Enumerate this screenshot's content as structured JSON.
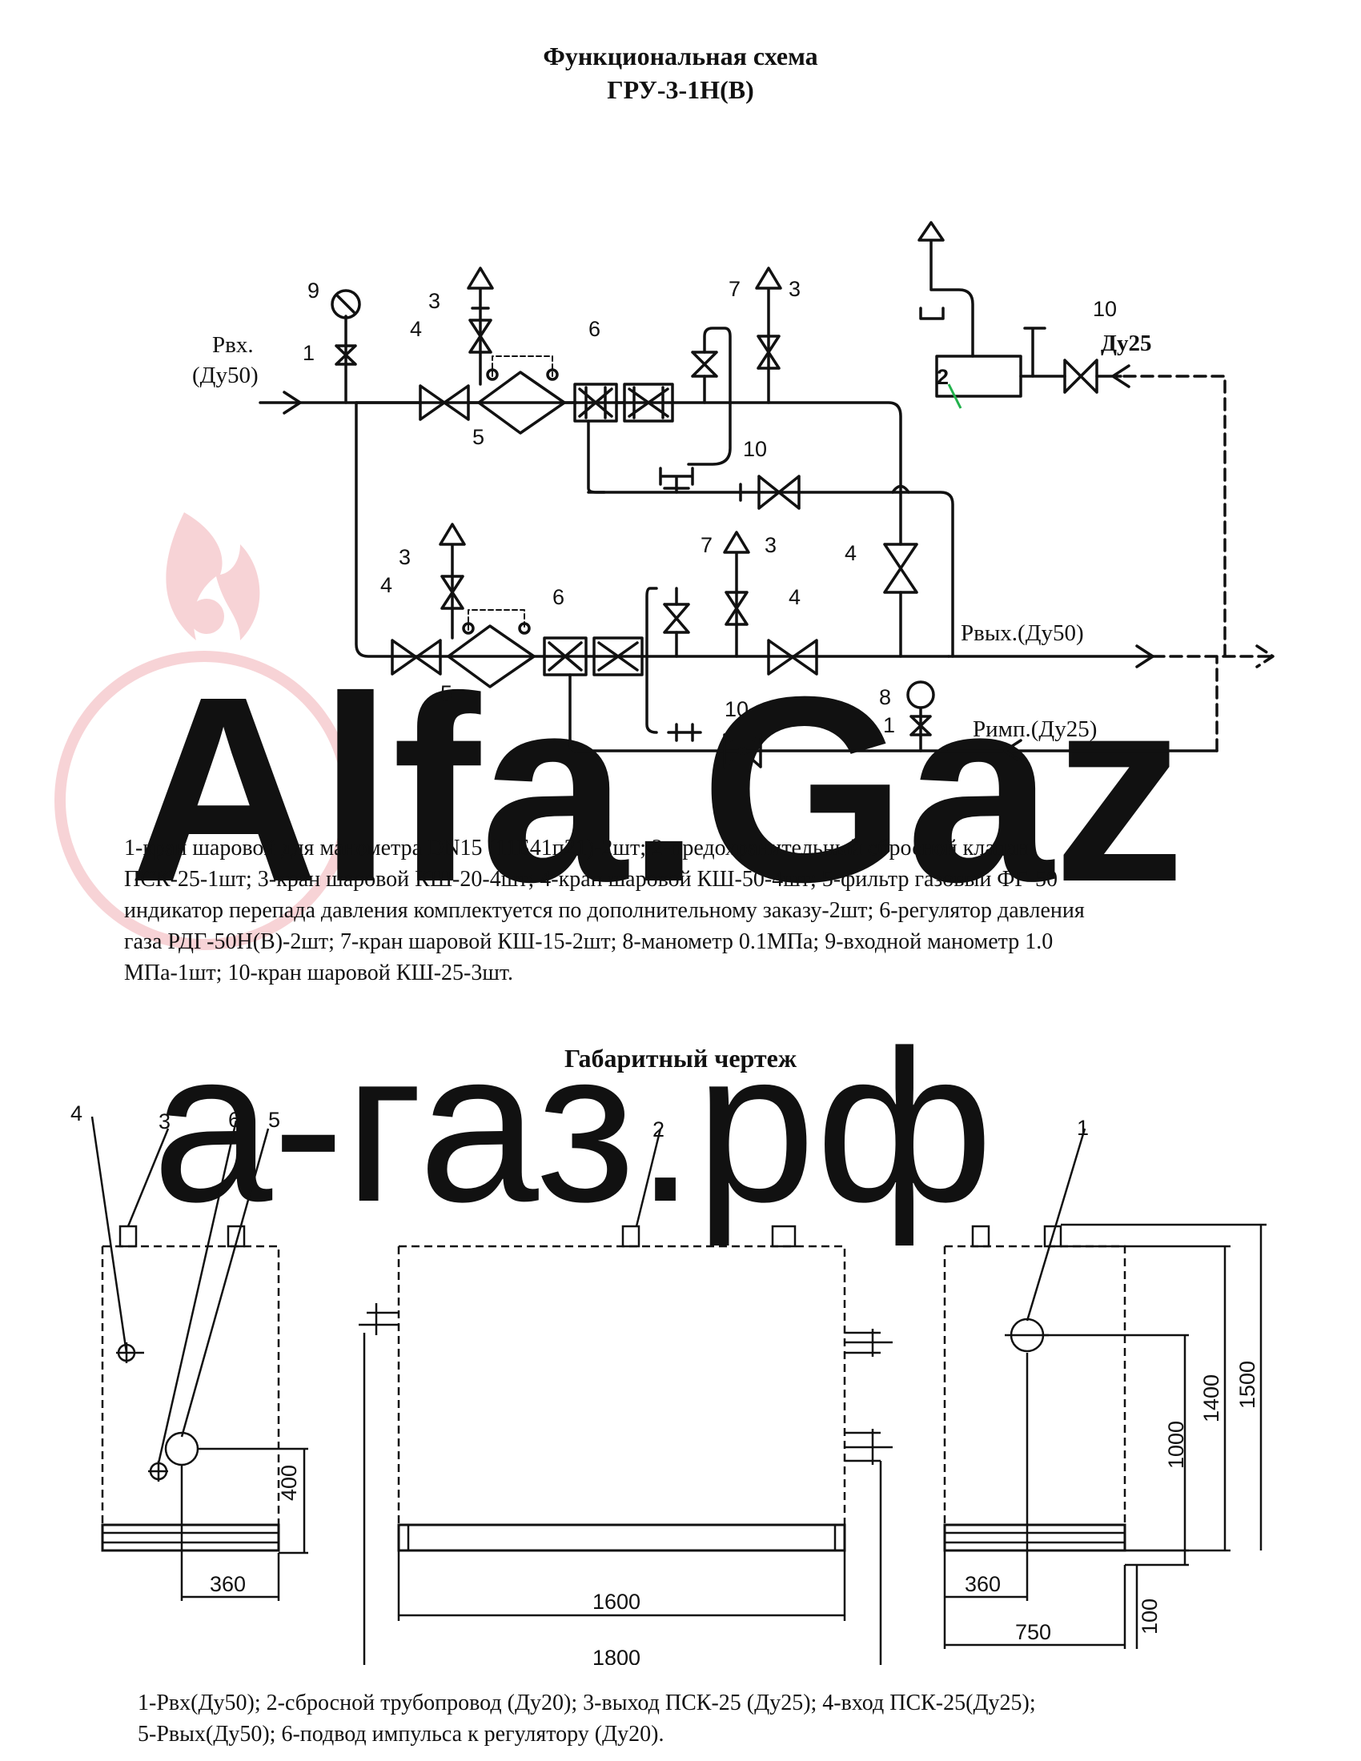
{
  "header": {
    "title_line1": "Функциональная схема",
    "title_line2": "ГРУ-3-1Н(В)"
  },
  "watermark": {
    "logo_text": "Alfa.Gaz",
    "site_text": "а-газ.рф",
    "color": "#f7d3d6"
  },
  "scheme": {
    "labels": {
      "p_in": "Рвх.",
      "p_in_dn": "(Ду50)",
      "p_out": "Рвых.(Ду50)",
      "p_imp": "Римп.(Ду25)",
      "du25": "Ду25"
    },
    "numbers": {
      "n1a": "1",
      "n1b": "1",
      "n2": "2",
      "n3a": "3",
      "n3b": "3",
      "n3c": "3",
      "n3d": "3",
      "n4a": "4",
      "n4b": "4",
      "n4c": "4",
      "n4d": "4",
      "n5a": "5",
      "n5b": "5",
      "n6a": "6",
      "n6b": "6",
      "n7a": "7",
      "n7b": "7",
      "n8": "8",
      "n9": "9",
      "n10a": "10",
      "n10b": "10",
      "n10c": "10"
    },
    "legend": [
      "1-кран шаровой для манометра DN15 (11Б41п21)-2шт; 2-предохранительный сбросной клапан",
      "ПСК-25-1шт; 3-кран шаровой КШ-20-4шт; 4-кран шаровой КШ-50-4шт; 5-фильтр газовый ФГ-50",
      "индикатор перепада давления комплектуется по дополнительному заказу-2шт; 6-регулятор давления",
      "газа РДГ-50Н(В)-2шт; 7-кран шаровой КШ-15-2шт; 8-манометр 0.1МПа; 9-входной манометр 1.0",
      "МПа-1шт; 10-кран шаровой КШ-25-3шт."
    ]
  },
  "drawing": {
    "title": "Габаритный чертеж",
    "callouts": {
      "c1": "1",
      "c2": "2",
      "c3": "3",
      "c4": "4",
      "c5": "5",
      "c6": "6"
    },
    "dims": {
      "d400": "400",
      "d360a": "360",
      "d1600": "1600",
      "d1800": "1800",
      "d360b": "360",
      "d750": "750",
      "d100": "100",
      "d1000": "1000",
      "d1400": "1400",
      "d1500": "1500"
    },
    "legend": [
      "1-Рвх(Ду50); 2-сбросной трубопровод (Ду20); 3-выход ПСК-25 (Ду25); 4-вход ПСК-25(Ду25);",
      "5-Рвых(Ду50); 6-подвод импульса к регулятору (Ду20)."
    ]
  }
}
